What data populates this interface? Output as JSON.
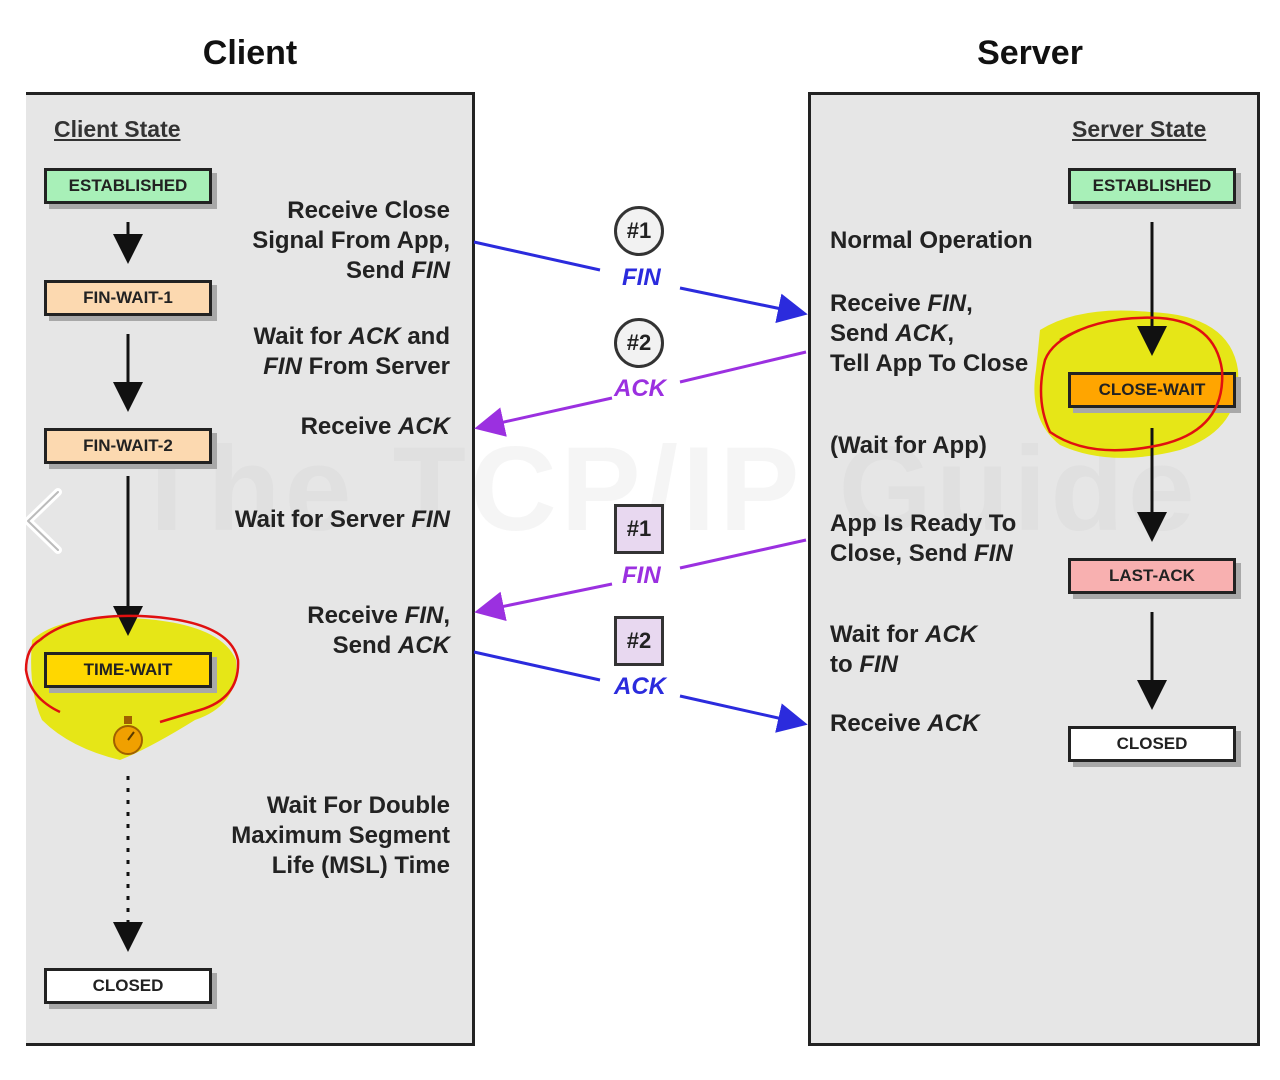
{
  "headings": {
    "client": "Client",
    "server": "Server"
  },
  "watermark": "The TCP/IP Guide",
  "client": {
    "panel_title": "Client State",
    "states": {
      "established": "ESTABLISHED",
      "fin_wait_1": "FIN-WAIT-1",
      "fin_wait_2": "FIN-WAIT-2",
      "time_wait": "TIME-WAIT",
      "closed": "CLOSED"
    },
    "descriptions": {
      "receive_close": [
        "Receive Close",
        "Signal From App,",
        "Send ",
        "FIN"
      ],
      "wait_ack_fin": [
        "Wait for ",
        "ACK",
        " and",
        "FIN",
        " From Server"
      ],
      "receive_ack": [
        "Receive ",
        "ACK"
      ],
      "wait_server_fin": [
        "Wait for Server ",
        "FIN"
      ],
      "receive_fin_send_ack": [
        "Receive ",
        "FIN",
        ",",
        "Send ",
        "ACK"
      ],
      "wait_double_msl": [
        "Wait For Double",
        "Maximum Segment",
        "Life (MSL) Time"
      ]
    }
  },
  "server": {
    "panel_title": "Server State",
    "states": {
      "established": "ESTABLISHED",
      "close_wait": "CLOSE-WAIT",
      "last_ack": "LAST-ACK",
      "closed": "CLOSED"
    },
    "descriptions": {
      "normal_operation": "Normal Operation",
      "receive_fin": [
        "Receive ",
        "FIN",
        ",",
        "Send ",
        "ACK",
        ",",
        "Tell App To Close"
      ],
      "wait_for_app": "(Wait for App)",
      "app_ready": [
        "App Is Ready To",
        "Close, Send ",
        "FIN"
      ],
      "wait_ack_fin": [
        "Wait for ",
        "ACK",
        "to ",
        "FIN"
      ],
      "receive_ack": [
        "Receive ",
        "ACK"
      ]
    }
  },
  "messages": [
    {
      "badge": "#1",
      "label": "FIN",
      "color": "#2b2bdd"
    },
    {
      "badge": "#2",
      "label": "ACK",
      "color": "#9b30e0"
    },
    {
      "badge": "#1",
      "label": "FIN",
      "color": "#9b30e0"
    },
    {
      "badge": "#2",
      "label": "ACK",
      "color": "#2b2bdd"
    }
  ],
  "colors": {
    "established": "#a8f0b8",
    "fin_wait": "#fcd9b0",
    "time_wait": "#ffd700",
    "close_wait": "#ffa500",
    "last_ack": "#f8b0b0",
    "closed": "#ffffff",
    "highlight": "#e6e600",
    "circle": "#e01010"
  }
}
